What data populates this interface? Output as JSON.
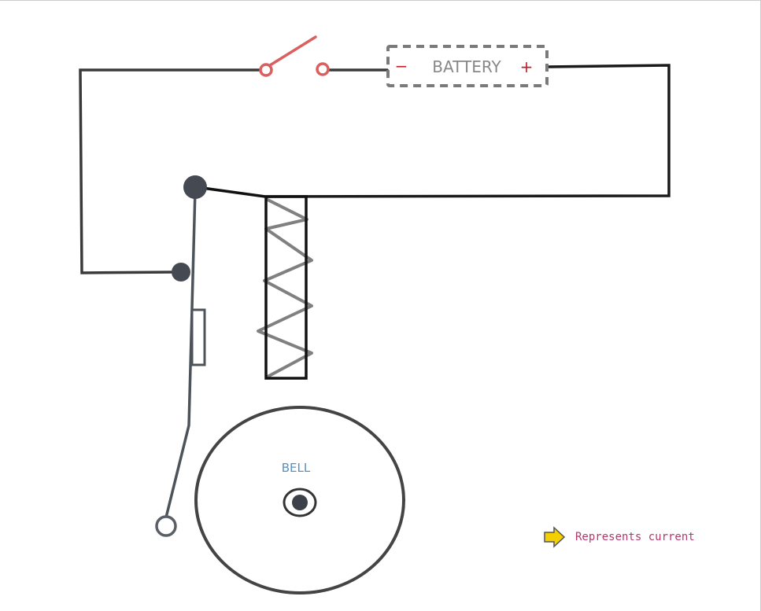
{
  "diagram": {
    "battery": {
      "label": "BATTERY",
      "negative": "−",
      "positive": "+"
    },
    "bell": {
      "label": "BELL"
    },
    "legend": {
      "label": "Represents current",
      "icon": "arrow-right-icon"
    },
    "colors": {
      "wire": "#3a3a3a",
      "switch": "#d9605f",
      "battery_border": "#7a7a7a",
      "polarity": "#c0202a",
      "bell_label": "#5b8fc0",
      "legend_text": "#b03a6a",
      "legend_arrow": "#f5d000",
      "pivot": "#454a52",
      "coil": "#808080"
    }
  }
}
